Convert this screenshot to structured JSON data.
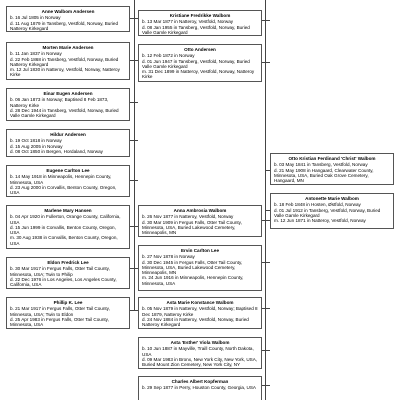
{
  "persons": [
    {
      "id": "anna",
      "name": "Anne Walbom Andersen",
      "lines": [
        "b. 16 Jul 1805 in Norway",
        "d. 11 Aug 1879 in Tansberg, Vestfold, Norway, Buried Natteroy Kirkegard"
      ]
    },
    {
      "id": "morten",
      "name": "Morten Marie Andersen",
      "lines": [
        "b. 11 Jan 1837 in Norway",
        "d. 22 Feb 1868 in Tansberg, Vestfold, Norway, Buried Natteroy Kirkegard",
        "m. 12 Jul 1830 in Natteroy, Vestfold, Norway, Natteroy Kirke"
      ]
    },
    {
      "id": "einar",
      "name": "Einar Eugen Andersen",
      "lines": [
        "b. 06 Jan 1873 in Norway; Baptised 8 Feb 1873, Natteroy Kirke",
        "d. 28 Dec 1944 in Tansberg, Vestfold, Norway, Buried Valle Gamle Kirkegard"
      ]
    },
    {
      "id": "hildur",
      "name": "Hildur Andersen",
      "lines": [
        "b. 19 Oct 1818 in Norway",
        "d. 15 Aug 2005 in Norway",
        "d. 08 Oct 1850 in Bergen, Hordaland, Norway"
      ]
    },
    {
      "id": "eugene",
      "name": "Eugene Carlton Lee",
      "lines": [
        "b. 14 May 1918 in Minneapolis, Hennepin County, Minnesota, USA",
        "d. 23 Aug 2000 in Corvallis, Benton County, Oregon, USA"
      ]
    },
    {
      "id": "marlene",
      "name": "Marlene Mary Hansen",
      "lines": [
        "b. 04 Apr 1920 in Fullerton, Orange County, California, USA",
        "d. 15 Jun 1999 in Corvallis, Benton County, Oregon, USA",
        "m. 30 Aug 1938 in Corvallis, Benton County, Oregon, USA"
      ]
    },
    {
      "id": "eldon",
      "name": "Eldon Fredrick Lee",
      "lines": [
        "b. 30 Mar 1917 in Fergus Falls, Otter Tail County, Minnesota, USA; Twin to Philip",
        "d. 22 Dec 1976 in Los Angeles, Los Angeles County, California, USA"
      ]
    },
    {
      "id": "philip",
      "name": "Phillip K. Lee",
      "lines": [
        "b. 21 Mar 1917 in Fergus Falls, Otter Tail County, Minnesota, USA; Twin to Eldon",
        "d. 25 Apr 1983 in Fergus Falls, Otter Tail County, Minnesota, USA"
      ]
    },
    {
      "id": "kristiane",
      "name": "Kristiane Fredrikke Walbom",
      "lines": [
        "b. 13 Mar 1877 in Natteroy, Vestfold, Norway",
        "d. 08 Jan 1955 in Tansberg, Vestfold, Norway, Buried Valle Gamle Kirkegard"
      ]
    },
    {
      "id": "otto-a",
      "name": "Otto Andersen",
      "lines": [
        "b. 12 Feb 1872 in Norway",
        "d. 01 Jun 1947 in Tansberg, Vestfold, Norway, Buried Valle Gamle Kirkegard",
        "m. 31 Dec 1899 in Natteroy, Vestfold, Norway, Natteroy Kirke"
      ]
    },
    {
      "id": "anna-ambrosia",
      "name": "Anna Ambrosia Walbom",
      "lines": [
        "b. 26 Nov 1877 in Natteroy, Vestfold, Norway",
        "d. 30 Mar 1909 in Fergus Falls, Otter Tail County, Minnesota, USA, Buried Lakewood Cemetery, Minneapolis, MN"
      ]
    },
    {
      "id": "ervin",
      "name": "Ervin Carlton Lee",
      "lines": [
        "b. 27 Nov 1878 in Norway",
        "d. 30 Dec 1945 in Fergus Falls, Otter Tail County, Minnesota, USA, Buried Lakewood Cemetery, Minneapolis, MN",
        "m. 24 Jun 1916 in Minneapolis, Hennepin County, Minnesota, USA"
      ]
    },
    {
      "id": "asta-konstance",
      "name": "Asta Marie Konstance Walbom",
      "lines": [
        "b. 05 Nov 1879 in Natteroy, Vestfold, Norway; Baptised 8 Dec 1879, Natteroy Kirke",
        "d. 24 Nov 1884 in Natteroy, Vestfold, Norway, Buried Natteroy Kirkegard"
      ]
    },
    {
      "id": "asta-esther",
      "name": "Asta 'Esther' Viola Walbom",
      "lines": [
        "b. 10 Jun 1887 in Mayville, Traill County, North Dakota, USA",
        "d. 09 Mar 1983 in Bronx, New York City, New York, USA, Buried Mount Zion Cemetery, New York City, NY"
      ]
    },
    {
      "id": "charles",
      "name": "Charles Albert Kopferman",
      "lines": [
        "b. 29 Sep 1877 in Perry, Houston County, Georgia, USA"
      ]
    },
    {
      "id": "otto-kristian",
      "name": "Otto Kristian Ferdinand 'Christ' Walbom",
      "lines": [
        "b. 03 May 1841 in Tansberg, Vestfold, Norway",
        "d. 21 May 1908 in Hangaard, Clearwater County, Minnesota, USA, Buried Oak Grove Cemetery, Hangaard, MN"
      ]
    },
    {
      "id": "antonette",
      "name": "Antonette Marie Walbom",
      "lines": [
        "b. 18 Feb 1848 in Hosten, Østfold, Norway",
        "d. 01 Jul 1912 in Tansberg, Vestfold, Norway, Buried Valle Gamle Kirkegard",
        "m. 12 Jun 1871 in Natteroy, Vestfold, Norway"
      ]
    }
  ]
}
